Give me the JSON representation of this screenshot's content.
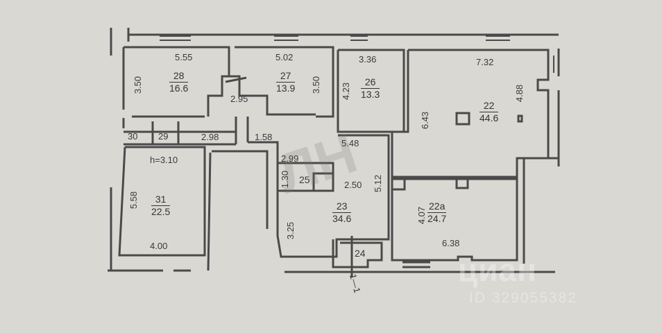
{
  "plan": {
    "ceiling_height": "h=3.10",
    "section_mark": "1—1",
    "rooms": [
      {
        "id": "28",
        "number": "28",
        "area": "16.6"
      },
      {
        "id": "27",
        "number": "27",
        "area": "13.9"
      },
      {
        "id": "26",
        "number": "26",
        "area": "13.3"
      },
      {
        "id": "22",
        "number": "22",
        "area": "44.6"
      },
      {
        "id": "31",
        "number": "31",
        "area": "22.5"
      },
      {
        "id": "23",
        "number": "23",
        "area": "34.6"
      },
      {
        "id": "22a",
        "number": "22a",
        "area": "24.7"
      },
      {
        "id": "25",
        "number": "25"
      },
      {
        "id": "24",
        "number": "24"
      },
      {
        "id": "29",
        "number": "29"
      },
      {
        "id": "30",
        "number": "30"
      }
    ],
    "dimensions": {
      "r28_width": "5.55",
      "r28_height": "3.50",
      "r27_width": "5.02",
      "r27_height": "3.50",
      "corridor_top": "2.95",
      "r26_width": "3.36",
      "r26_height": "4.23",
      "r22_width": "7.32",
      "r22_left": "6.43",
      "r22_right": "4.88",
      "hall_width": "2.98",
      "hall_small": "1.58",
      "r23_top": "5.48",
      "r23_right": "5.12",
      "r23_left": "3.25",
      "r23_inner": "2.50",
      "r25_width": "2.99",
      "r25_height": "1.30",
      "r31_height": "5.58",
      "r31_width": "4.00",
      "r22a_height": "4.07",
      "r22a_width": "6.38"
    }
  },
  "watermark": {
    "logo": "циан",
    "id_text": "ID 329055382",
    "center_mark": "ЛН"
  },
  "colors": {
    "background": "#d9d8d3",
    "wall": "#4a4a4a",
    "text": "#333333"
  }
}
